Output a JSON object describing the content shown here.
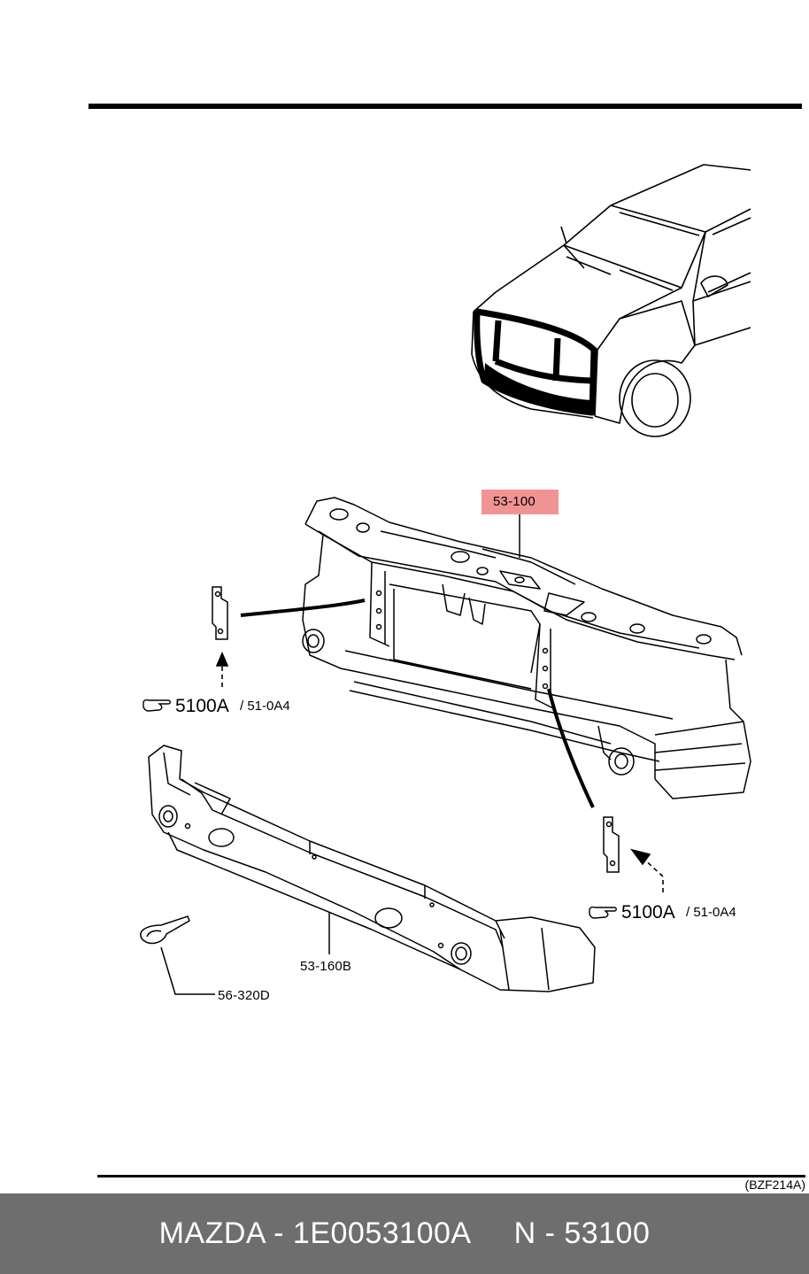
{
  "callouts": {
    "main_part": "53-100",
    "lower_member": "53-160B",
    "clip": "56-320D",
    "bracket_left_ref": "5100A",
    "bracket_left_sub": "/ 51-0A4",
    "bracket_right_ref": "5100A",
    "bracket_right_sub": "/ 51-0A4"
  },
  "diagram_code": "(BZF214A)",
  "footer": {
    "left": "MAZDA - 1E0053100A",
    "right": "N - 53100"
  },
  "colors": {
    "highlight": "#f08080",
    "footer_bg": "#6e6e6e",
    "line": "#000000"
  },
  "icons": [
    "pointing-hand-icon"
  ]
}
